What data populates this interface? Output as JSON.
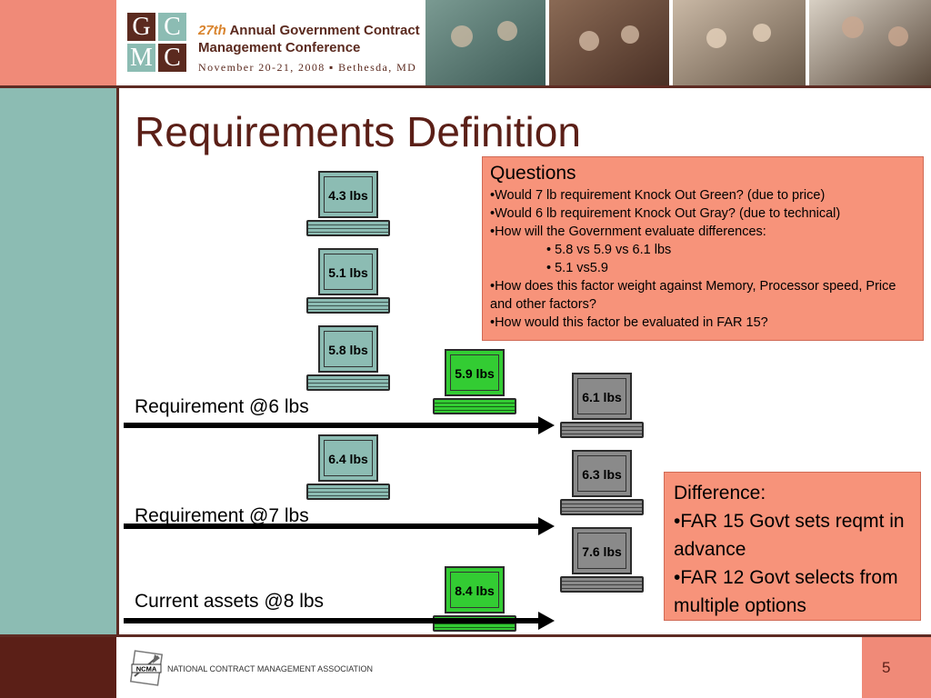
{
  "header": {
    "logo_letters": [
      "G",
      "C",
      "M",
      "C"
    ],
    "conference_number": "27th",
    "conference_title_rest": "Annual Government Contract",
    "conference_title_line2": "Management Conference",
    "conference_date": "November 20-21, 2008 ▪ Bethesda, MD"
  },
  "slide": {
    "title": "Requirements Definition"
  },
  "laptops": [
    {
      "label": "4.3 lbs",
      "color": "teal"
    },
    {
      "label": "5.1 lbs",
      "color": "teal"
    },
    {
      "label": "5.8 lbs",
      "color": "teal"
    },
    {
      "label": "5.9 lbs",
      "color": "green"
    },
    {
      "label": "6.1 lbs",
      "color": "gray"
    },
    {
      "label": "6.4 lbs",
      "color": "teal"
    },
    {
      "label": "6.3 lbs",
      "color": "gray"
    },
    {
      "label": "7.6 lbs",
      "color": "gray"
    },
    {
      "label": "8.4 lbs",
      "color": "green"
    }
  ],
  "requirements": [
    "Requirement @6 lbs",
    "Requirement @7 lbs",
    "Current assets @8 lbs"
  ],
  "questions": {
    "title": "Questions",
    "lines": [
      "•Would 7 lb requirement Knock Out Green? (due to price)",
      "•Would 6 lb requirement Knock Out Gray? (due to technical)",
      "•How will the Government evaluate differences:",
      "•  5.8 vs 5.9 vs 6.1 lbs",
      "•  5.1 vs5.9",
      "•How does this factor weight against Memory, Processor speed, Price and other factors?",
      "•How would this factor be evaluated in FAR 15?"
    ]
  },
  "difference": {
    "lines": [
      "Difference:",
      "•FAR 15 Govt sets reqmt in advance",
      "•FAR 12 Govt selects from multiple options"
    ]
  },
  "footer": {
    "org_logo_text": "NCMA",
    "org_name": "NATIONAL CONTRACT MANAGEMENT ASSOCIATION",
    "page_number": "5"
  },
  "colors": {
    "accent_salmon": "#f08a78",
    "teal": "#8cbcb3",
    "dark_maroon": "#5b1f17",
    "laptop_green": "#33cc33",
    "laptop_gray": "#8a8a8a",
    "callout_fill": "#f7937a"
  }
}
